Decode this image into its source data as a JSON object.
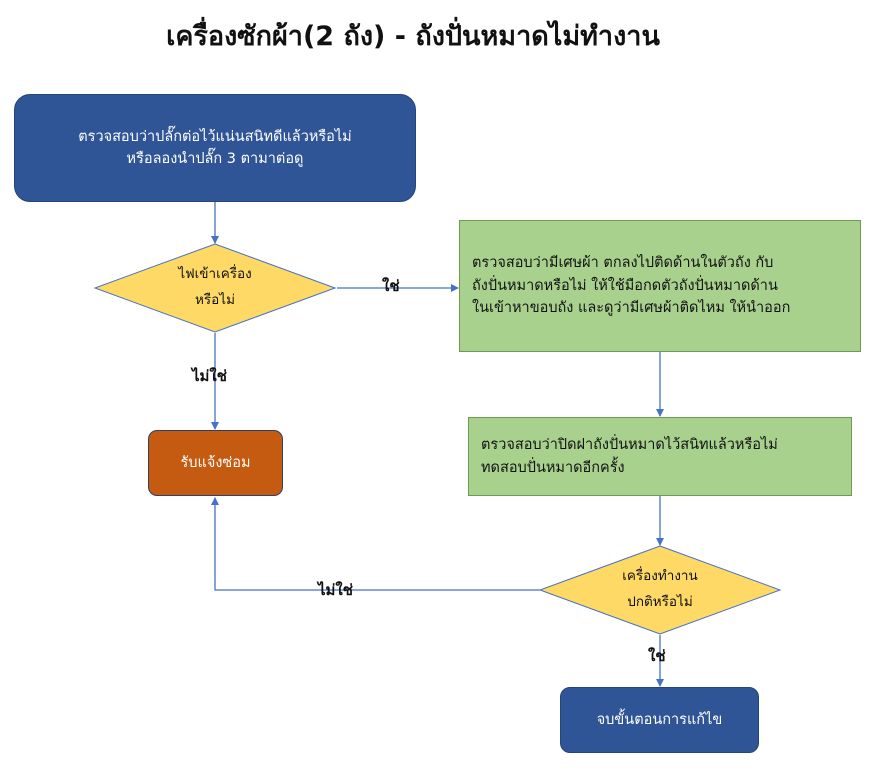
{
  "title": "เครื่องซักผ้า(2 ถัง) - ถังปั่นหมาดไม่ทำงาน",
  "nodes": {
    "start": {
      "line1": "ตรวจสอบว่าปลั๊กต่อไว้แน่นสนิทดีแล้วหรือไม่",
      "line2": "หรือลองนำปลั๊ก 3 ตามาต่อดู"
    },
    "power_check": {
      "line1": "ไฟเข้าเครื่อง",
      "line2": "หรือไม่"
    },
    "check_debris": {
      "line1": "ตรวจสอบว่ามีเศษผ้า ตกลงไปติดด้านในตัวถัง กับ",
      "line2": "ถังปั่นหมาดหรือไม่  ให้ใช้มือกดตัวถังปั่นหมาดด้าน",
      "line3": "ในเข้าหาขอบถัง และดูว่ามีเศษผ้าติดไหม ให้นำออก"
    },
    "check_lid": {
      "line1": "ตรวจสอบว่าปิดฝาถังปั่นหมาดไว้สนิทแล้วหรือไม่",
      "line2": "ทดสอบปั่นหมาดอีกครั้ง"
    },
    "repair": {
      "label": "รับแจ้งซ่อม"
    },
    "works_check": {
      "line1": "เครื่องทำงาน",
      "line2": "ปกติหรือไม่"
    },
    "end": {
      "label": "จบขั้นตอนการแก้ไข"
    }
  },
  "edges": {
    "power_yes": "ใช่",
    "power_no": "ไม่ใช่",
    "works_no": "ไม่ใช่",
    "works_yes": "ใช่"
  },
  "colors": {
    "blue": "#2f5597",
    "green": "#a9d18e",
    "yellow": "#ffd966",
    "orange": "#c55a11",
    "arrow": "#4472c4"
  }
}
